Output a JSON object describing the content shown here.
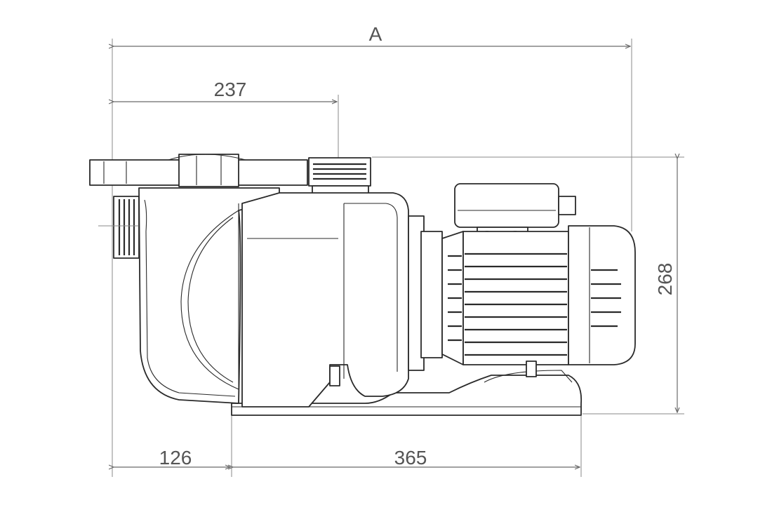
{
  "dimensions": {
    "overall_length": "A",
    "inlet_to_outlet": "237",
    "height": "268",
    "front_to_base": "126",
    "base_length": "365"
  },
  "colors": {
    "line": "#2a2a2a",
    "dimension": "#6b6b6b",
    "label": "#555555",
    "background": "#ffffff"
  }
}
